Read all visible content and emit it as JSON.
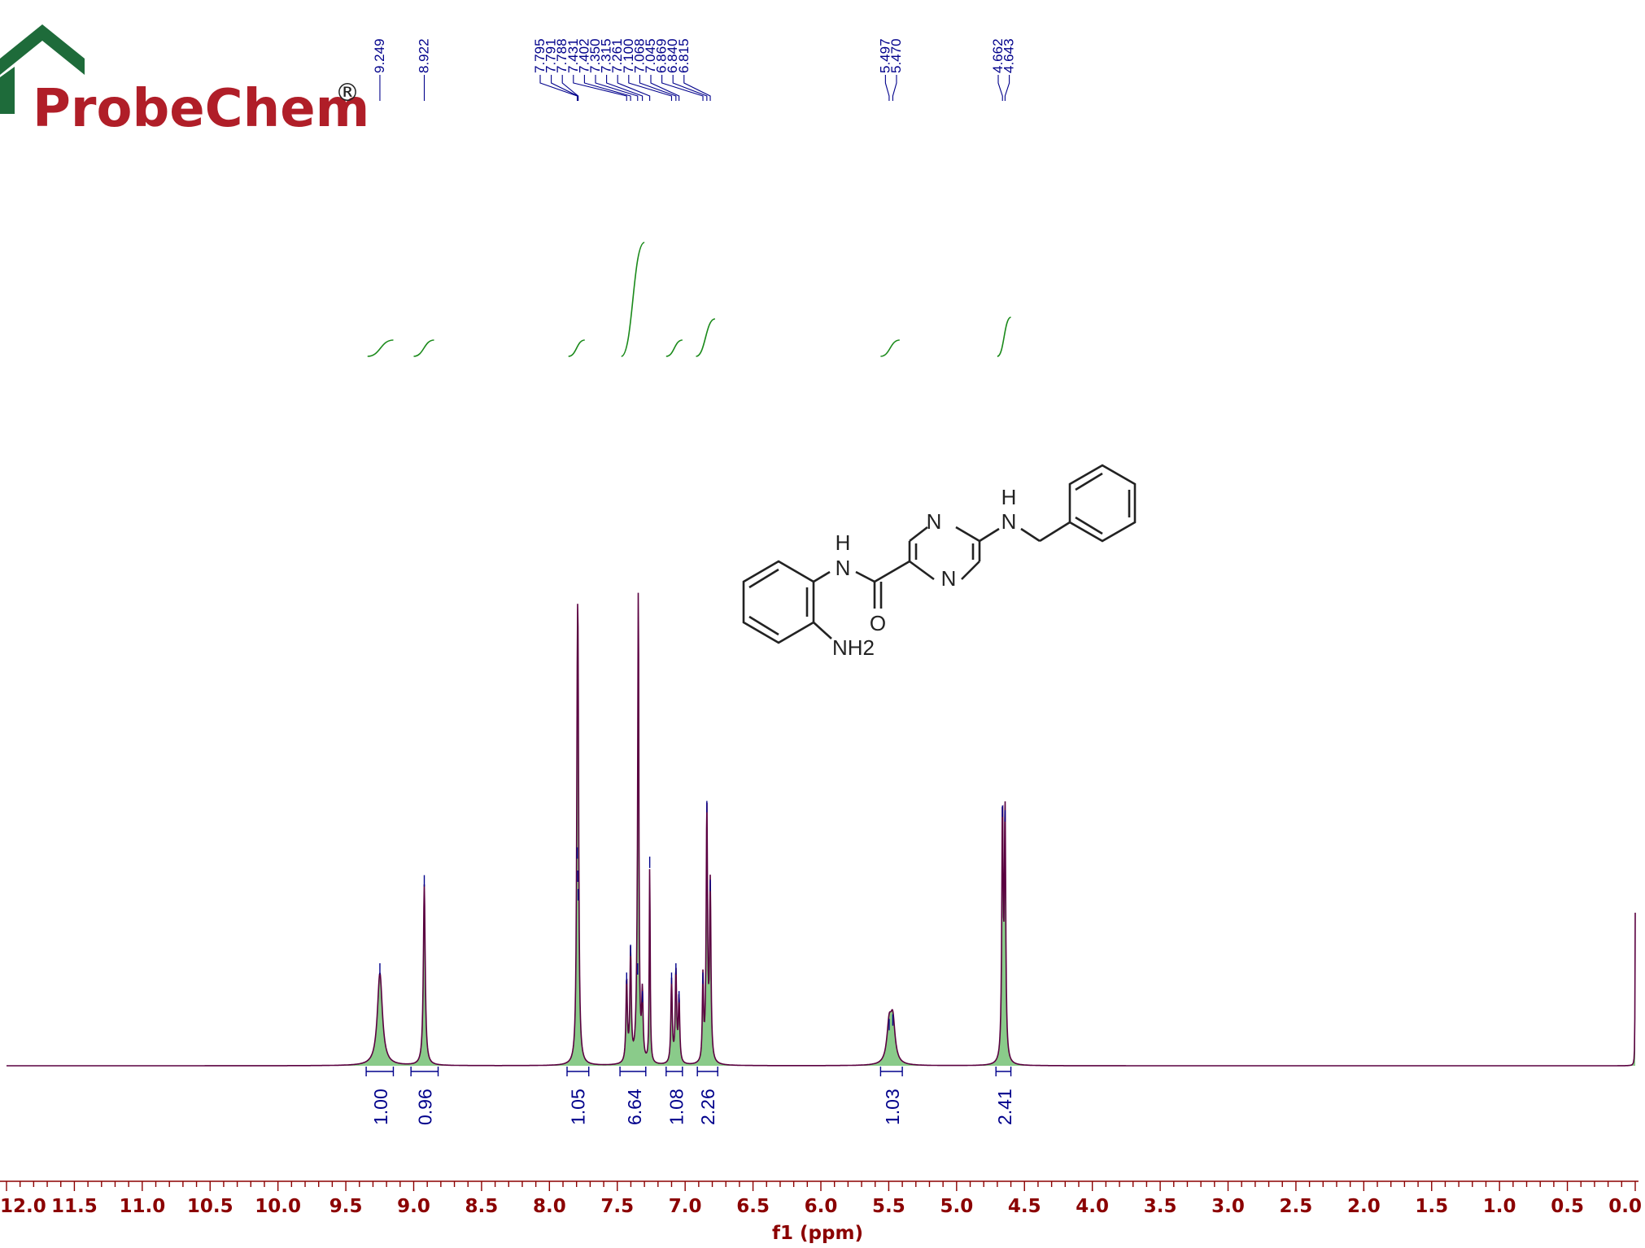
{
  "brand": {
    "name": "ProbeChem",
    "registered": "®",
    "color": "#b01e28",
    "roof_color": "#1e6b3a"
  },
  "chart_data": {
    "type": "line",
    "title": "",
    "xlabel": "f1 (ppm)",
    "ylabel": "",
    "xlim": [
      12.0,
      0.0
    ],
    "x_ticks": [
      "12.0",
      "11.5",
      "11.0",
      "10.5",
      "10.0",
      "9.5",
      "9.0",
      "8.5",
      "8.0",
      "7.5",
      "7.0",
      "6.5",
      "6.0",
      "5.5",
      "5.0",
      "4.5",
      "4.0",
      "3.5",
      "3.0",
      "2.5",
      "2.0",
      "1.5",
      "1.0",
      "0.5",
      "0.0"
    ],
    "peak_labels": [
      "9.249",
      "8.922",
      "7.795",
      "7.791",
      "7.788",
      "7.431",
      "7.402",
      "7.350",
      "7.315",
      "7.261",
      "7.100",
      "7.068",
      "7.045",
      "6.869",
      "6.840",
      "6.815",
      "5.497",
      "5.470",
      "4.662",
      "4.643"
    ],
    "peaks": [
      {
        "ppm": 9.249,
        "h": 0.2,
        "w": 0.022
      },
      {
        "ppm": 8.922,
        "h": 0.39,
        "w": 0.008
      },
      {
        "ppm": 7.795,
        "h": 0.45,
        "w": 0.006
      },
      {
        "ppm": 7.791,
        "h": 0.4,
        "w": 0.006
      },
      {
        "ppm": 7.788,
        "h": 0.36,
        "w": 0.006
      },
      {
        "ppm": 7.431,
        "h": 0.18,
        "w": 0.006
      },
      {
        "ppm": 7.402,
        "h": 0.24,
        "w": 0.006
      },
      {
        "ppm": 7.35,
        "h": 0.2,
        "w": 0.01
      },
      {
        "ppm": 7.315,
        "h": 0.14,
        "w": 0.006
      },
      {
        "ppm": 7.261,
        "h": 0.43,
        "w": 0.004
      },
      {
        "ppm": 7.1,
        "h": 0.18,
        "w": 0.006
      },
      {
        "ppm": 7.068,
        "h": 0.2,
        "w": 0.006
      },
      {
        "ppm": 7.045,
        "h": 0.14,
        "w": 0.006
      },
      {
        "ppm": 6.869,
        "h": 0.18,
        "w": 0.005
      },
      {
        "ppm": 6.84,
        "h": 0.55,
        "w": 0.006
      },
      {
        "ppm": 6.815,
        "h": 0.38,
        "w": 0.006
      },
      {
        "ppm": 5.497,
        "h": 0.08,
        "w": 0.02
      },
      {
        "ppm": 5.47,
        "h": 0.09,
        "w": 0.02
      },
      {
        "ppm": 4.662,
        "h": 0.54,
        "w": 0.006
      },
      {
        "ppm": 4.643,
        "h": 0.53,
        "w": 0.006
      }
    ],
    "solvent_peak": {
      "ppm": 7.345,
      "h": 1.0,
      "w": 0.004
    },
    "reference_peak": {
      "ppm": 0.0,
      "h": 0.33,
      "w": 0.002
    },
    "integrals": [
      {
        "label": "1.00",
        "from": 9.35,
        "to": 9.15,
        "ppm": 9.249
      },
      {
        "label": "0.96",
        "from": 9.02,
        "to": 8.82,
        "ppm": 8.922
      },
      {
        "label": "1.05",
        "from": 7.87,
        "to": 7.71,
        "ppm": 7.795
      },
      {
        "label": "6.64",
        "from": 7.48,
        "to": 7.29,
        "ppm": 7.38
      },
      {
        "label": "1.08",
        "from": 7.14,
        "to": 7.02,
        "ppm": 7.07
      },
      {
        "label": "2.26",
        "from": 6.91,
        "to": 6.76,
        "ppm": 6.84
      },
      {
        "label": "1.03",
        "from": 5.56,
        "to": 5.4,
        "ppm": 5.48
      },
      {
        "label": "2.41",
        "from": 4.71,
        "to": 4.6,
        "ppm": 4.652
      }
    ],
    "colors": {
      "axis": "#8b0000",
      "peak_labels": "#00008b",
      "integral_curve": "#1a8a1a",
      "spectrum": "#5a0040",
      "fill": "#2aa02a"
    }
  },
  "structure": {
    "labels": [
      "N",
      "N",
      "H",
      "N",
      "H",
      "N",
      "O",
      "NH2"
    ]
  }
}
